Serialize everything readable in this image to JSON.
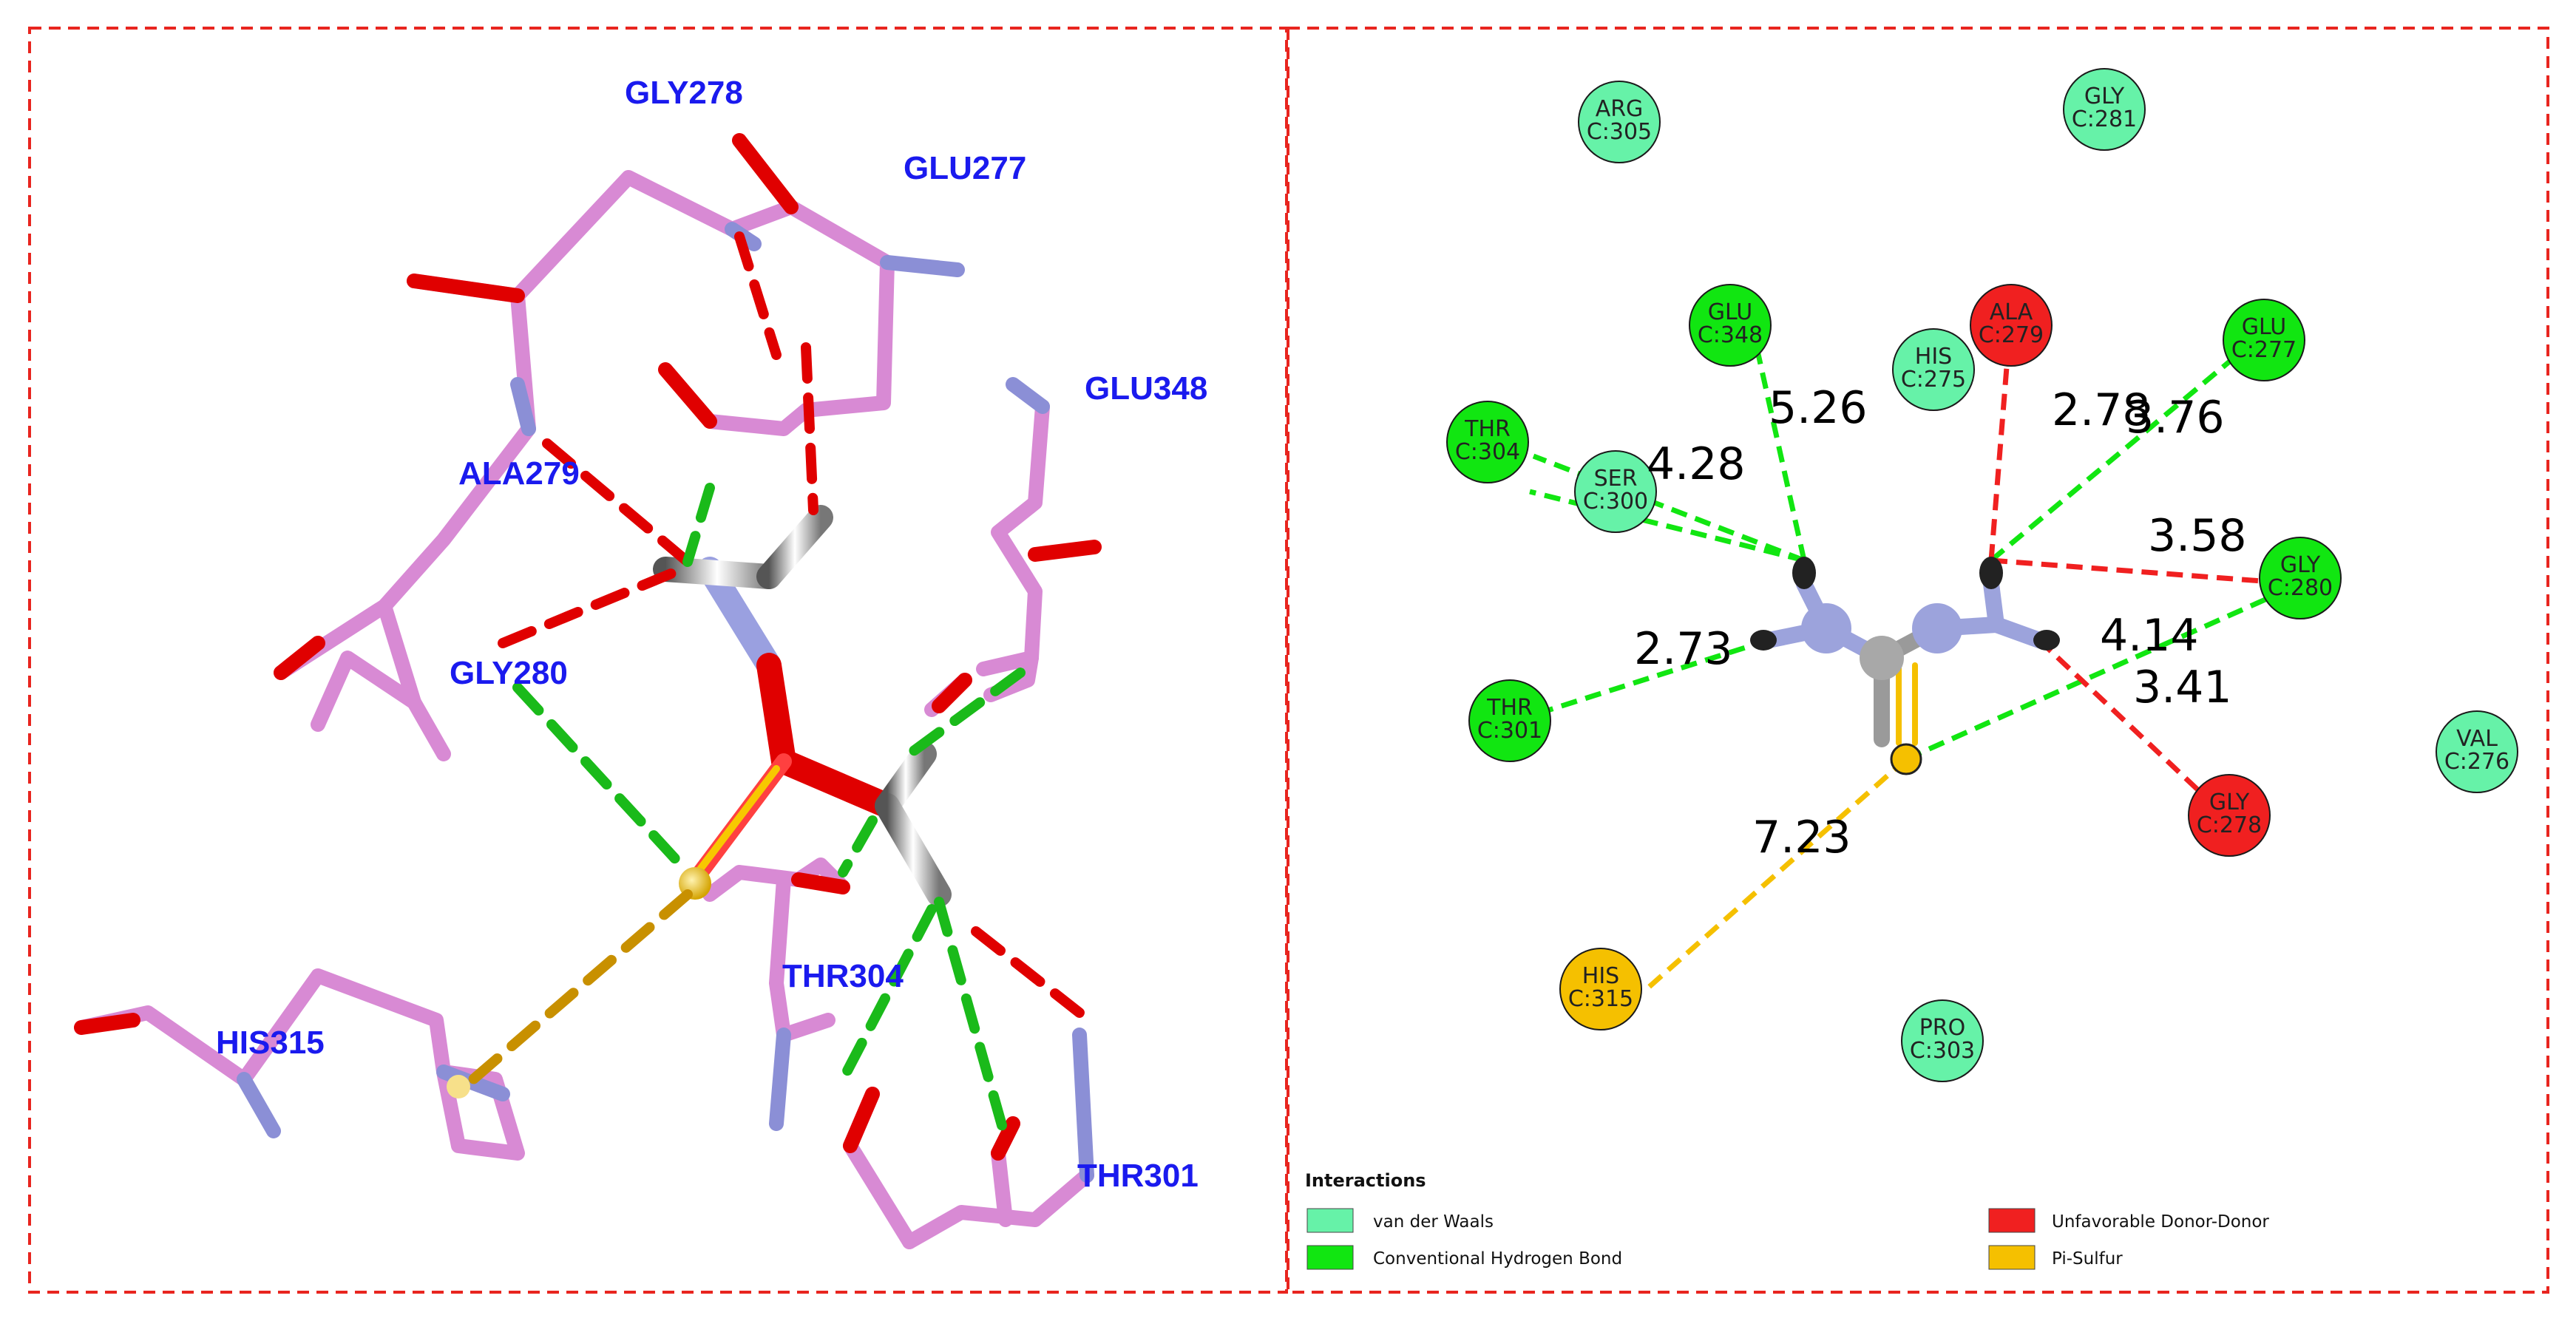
{
  "panel3d": {
    "residues": [
      "GLY278",
      "GLU277",
      "GLU348",
      "ALA279",
      "GLY280",
      "HIS315",
      "THR304",
      "THR301"
    ]
  },
  "panel2d": {
    "residues": [
      {
        "name": "ARG",
        "id": "C:305",
        "type": "vdw"
      },
      {
        "name": "GLY",
        "id": "C:281",
        "type": "vdw"
      },
      {
        "name": "GLU",
        "id": "C:348",
        "type": "hbond"
      },
      {
        "name": "HIS",
        "id": "C:275",
        "type": "vdw"
      },
      {
        "name": "ALA",
        "id": "C:279",
        "type": "unfav"
      },
      {
        "name": "GLU",
        "id": "C:277",
        "type": "hbond"
      },
      {
        "name": "THR",
        "id": "C:304",
        "type": "hbond"
      },
      {
        "name": "SER",
        "id": "C:300",
        "type": "vdw"
      },
      {
        "name": "GLY",
        "id": "C:280",
        "type": "hbond"
      },
      {
        "name": "THR",
        "id": "C:301",
        "type": "hbond"
      },
      {
        "name": "VAL",
        "id": "C:276",
        "type": "vdw"
      },
      {
        "name": "GLY",
        "id": "C:278",
        "type": "unfav"
      },
      {
        "name": "HIS",
        "id": "C:315",
        "type": "pisulfur"
      },
      {
        "name": "PRO",
        "id": "C:303",
        "type": "vdw"
      }
    ],
    "distances": [
      "5.26",
      "2.78",
      "3.76",
      "4.28",
      "3.58",
      "2.73",
      "4.14",
      "3.41",
      "7.23"
    ]
  },
  "legend": {
    "title": "Interactions",
    "items": [
      {
        "label": "van der Waals",
        "color": "#66f2a8"
      },
      {
        "label": "Conventional Hydrogen Bond",
        "color": "#11e611"
      },
      {
        "label": "Unfavorable Donor-Donor",
        "color": "#f02020"
      },
      {
        "label": "Pi-Sulfur",
        "color": "#f5c000"
      }
    ]
  },
  "colors": {
    "vdw": "#66f2a8",
    "hbond": "#11e611",
    "unfav": "#f02020",
    "pisulfur": "#f5c000",
    "frame": "#e8251f",
    "carbon_stick": "#e49ae0",
    "nitrogen": "#8b8fd6",
    "oxygen": "#e00000",
    "residue_label": "#1a1aee"
  }
}
